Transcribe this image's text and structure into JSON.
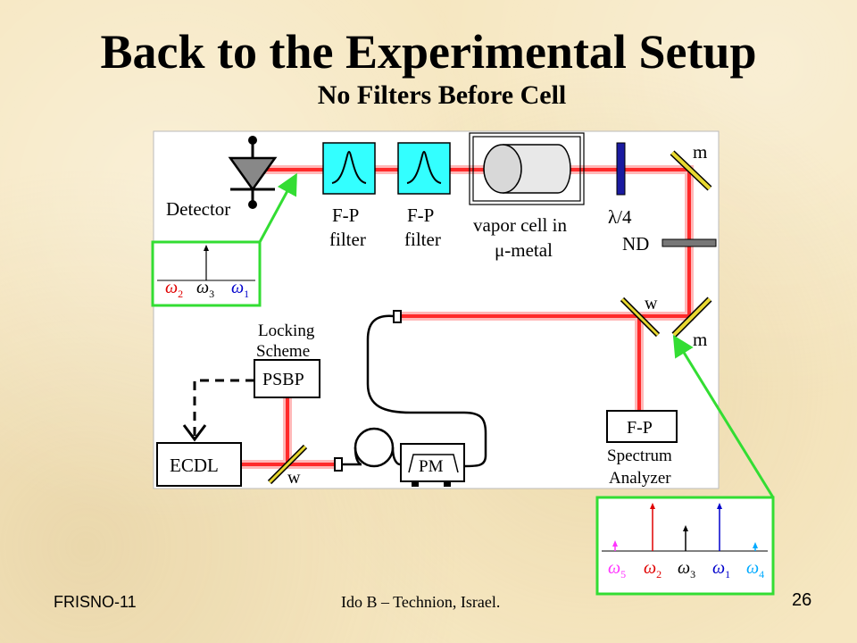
{
  "slide": {
    "title": "Back to the Experimental Setup",
    "subtitle": "No Filters Before Cell"
  },
  "labels": {
    "detector": "Detector",
    "fp_filter_1_line1": "F-P",
    "fp_filter_1_line2": "filter",
    "fp_filter_2_line1": "F-P",
    "fp_filter_2_line2": "filter",
    "vapor_cell_line1": "vapor cell in",
    "vapor_cell_line2": "μ-metal",
    "quarter_wave": "λ/4",
    "nd": "ND",
    "mirror_top": "m",
    "mirror_bottom": "m",
    "window_right": "w",
    "window_left": "w",
    "locking_line1": "Locking",
    "locking_line2": "Scheme",
    "psbp": "PSBP",
    "ecdl": "ECDL",
    "pm": "PM",
    "fp_analyzer": "F-P",
    "spectrum_line1": "Spectrum",
    "spectrum_line2": "Analyzer"
  },
  "inset_left": {
    "omegas": [
      {
        "symbol": "ω",
        "sub": "2",
        "color": "#e00000"
      },
      {
        "symbol": "ω",
        "sub": "3",
        "color": "#000000"
      },
      {
        "symbol": "ω",
        "sub": "1",
        "color": "#0000cc"
      }
    ]
  },
  "inset_right": {
    "omegas": [
      {
        "symbol": "ω",
        "sub": "5",
        "color": "#ff33ff"
      },
      {
        "symbol": "ω",
        "sub": "2",
        "color": "#e00000"
      },
      {
        "symbol": "ω",
        "sub": "3",
        "color": "#000000"
      },
      {
        "symbol": "ω",
        "sub": "1",
        "color": "#0000cc"
      },
      {
        "symbol": "ω",
        "sub": "4",
        "color": "#00aaff"
      }
    ]
  },
  "footer": {
    "left": "FRISNO-11",
    "middle": "Ido B – Technion, Israel.",
    "page": "26"
  },
  "colors": {
    "beam": "#ff2a2a",
    "beam_glow": "#ffb0b0",
    "filter_fill": "#33ffff",
    "highlight_frame": "#33dd33",
    "waveplate": "#1a1aa0",
    "mirror": "#e8d830"
  }
}
